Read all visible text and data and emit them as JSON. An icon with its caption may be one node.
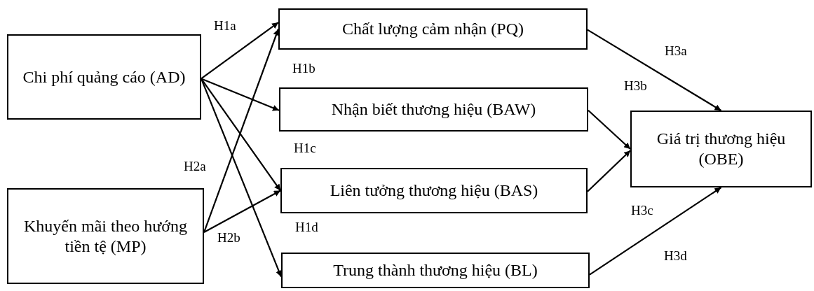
{
  "diagram": {
    "nodes": [
      {
        "text": [
          "Chi phí quảng cáo (AD)"
        ]
      },
      {
        "text": [
          "Khuyến mãi theo hướng tiền tệ (MP)"
        ]
      },
      {
        "text": [
          "Chất lượng cảm nhận (PQ)"
        ]
      },
      {
        "text": [
          "Nhận biết thương hiệu (BAW)"
        ]
      },
      {
        "text": [
          "Liên tưởng thương hiệu (BAS)"
        ]
      },
      {
        "text": [
          "Trung thành thương hiệu (BL)"
        ]
      },
      {
        "text": [
          "Giá trị thương hiệu (OBE)"
        ]
      }
    ],
    "edges": [
      {
        "from": 0,
        "to": 2,
        "arrow": "to",
        "label": "H1a"
      },
      {
        "from": 0,
        "to": 3,
        "arrow": "to",
        "label": "H1b"
      },
      {
        "from": 0,
        "to": 4,
        "arrow": "to",
        "label": "H1c"
      },
      {
        "from": 0,
        "to": 5,
        "arrow": "to",
        "label": "H1d"
      },
      {
        "from": 1,
        "to": 2,
        "arrow": "to",
        "label": "H2a"
      },
      {
        "from": 1,
        "to": 4,
        "arrow": "to",
        "label": "H2b"
      },
      {
        "from": 2,
        "to": 6,
        "arrow": "to",
        "label": "H3a"
      },
      {
        "from": 3,
        "to": 6,
        "arrow": "to",
        "label": "H3b"
      },
      {
        "from": 4,
        "to": 6,
        "arrow": "to",
        "label": "H3c"
      },
      {
        "from": 5,
        "to": 6,
        "arrow": "to",
        "label": "H3d"
      }
    ]
  }
}
